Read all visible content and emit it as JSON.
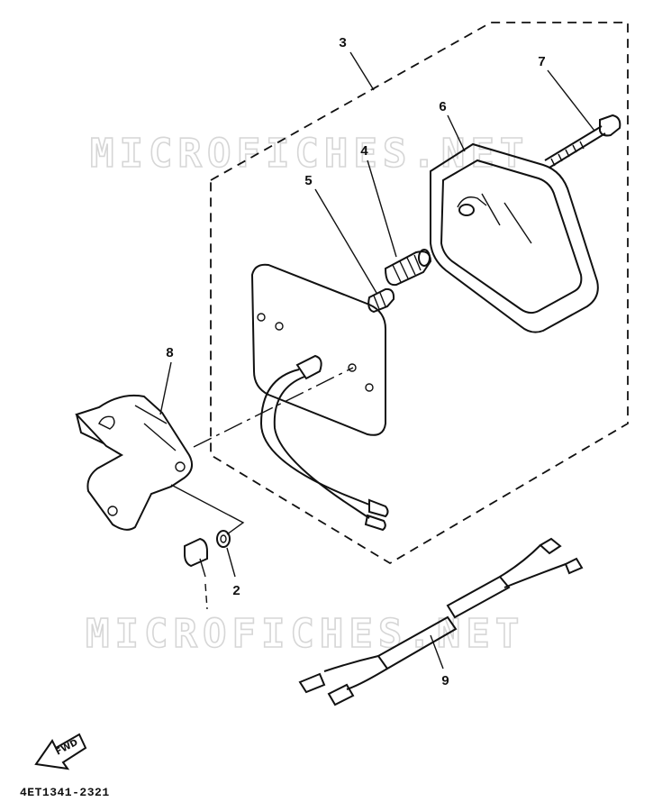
{
  "watermark": "MICROFICHES.NET",
  "part_numbers": {
    "p2": "2",
    "p3": "3",
    "p4": "4",
    "p5": "5",
    "p6": "6",
    "p7": "7",
    "p8": "8",
    "p9": "9"
  },
  "direction_label": "FWD",
  "diagram_code": "4ET1341-2321"
}
